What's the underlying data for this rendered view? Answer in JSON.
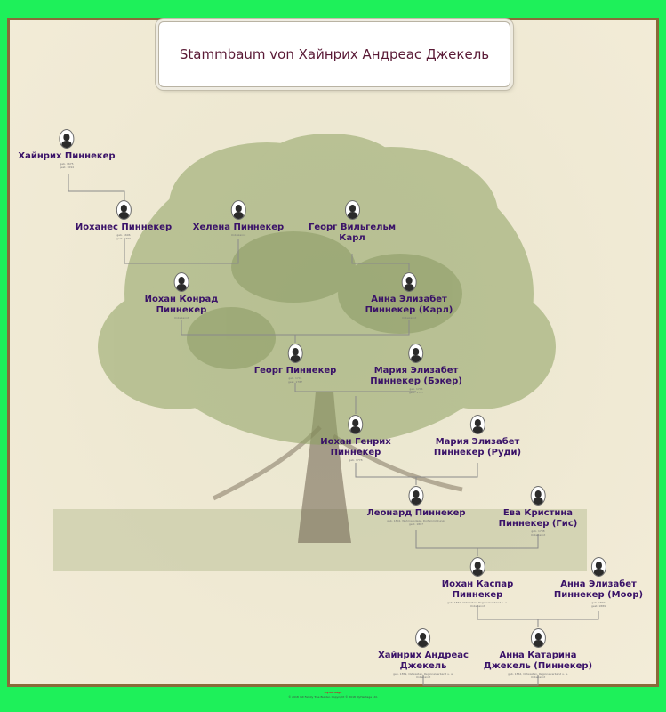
{
  "title": "Stammbaum von Хайнрих Андреас Джекель",
  "colors": {
    "border_green": "#1ef05a",
    "name_color": "#3a1268",
    "title_color": "#5a1a36",
    "line_color": "#8a8a8a"
  },
  "persons": [
    {
      "id": "p1",
      "name": [
        "Хайнрих Пиннекер"
      ],
      "dates": [
        "geb. 1675",
        "gest. 1694"
      ]
    },
    {
      "id": "p2",
      "name": [
        "Иоханес Пиннекер"
      ],
      "dates": [
        "geb. 1696",
        "gest. 1760"
      ]
    },
    {
      "id": "p3",
      "name": [
        "Хелена Пиннекер"
      ],
      "dates": [
        "Unbekannt"
      ]
    },
    {
      "id": "p4",
      "name": [
        "Георг Вильгельм",
        "Карл"
      ],
      "dates": []
    },
    {
      "id": "p5",
      "name": [
        "Иохан Конрад",
        "Пиннекер"
      ],
      "dates": [
        "Unbekannt"
      ]
    },
    {
      "id": "p6",
      "name": [
        "Анна Элизабет",
        "Пиннекер (Карл)"
      ],
      "dates": [
        "Unbekannt"
      ]
    },
    {
      "id": "p7",
      "name": [
        "Георг Пиннекер"
      ],
      "dates": [
        "geb. 1741",
        "gest. 1787"
      ]
    },
    {
      "id": "p8",
      "name": [
        "Мария Элизабет",
        "Пиннекер (Бэкер)"
      ],
      "dates": [
        "geb. 1744",
        "gest. 1797"
      ]
    },
    {
      "id": "p9",
      "name": [
        "Иохан Генрих",
        "Пиннекер"
      ],
      "dates": [
        "geb. 1778"
      ]
    },
    {
      "id": "p10",
      "name": [
        "Мария Элизабет",
        "Пиннекер (Руди)"
      ],
      "dates": []
    },
    {
      "id": "p11",
      "name": [
        "Леонард Пиннекер"
      ],
      "dates": [
        "geb. 1802, Wehrnarodeze, Dorfeinrichtungs",
        "gest. 1867"
      ]
    },
    {
      "id": "p12",
      "name": [
        "Ева Кристина",
        "Пиннекер (Гис)"
      ],
      "dates": [
        "geb. 1798",
        "Unbekannt"
      ]
    },
    {
      "id": "p13",
      "name": [
        "Иохан Каспар",
        "Пиннекер"
      ],
      "dates": [
        "geb. 1831, Ostwaiden, Regionalverband u. a.",
        "Unbekannt"
      ]
    },
    {
      "id": "p14",
      "name": [
        "Анна Элизабет",
        "Пиннекер (Моор)"
      ],
      "dates": [
        "geb. 1832",
        "gest. 1889"
      ]
    },
    {
      "id": "p15",
      "name": [
        "Хайнрих Андреас",
        "Джекель"
      ],
      "dates": [
        "geb. 1859, Ostwaiden, Regionalverband u. a.",
        "Unbekannt"
      ]
    },
    {
      "id": "p16",
      "name": [
        "Анна Катарина",
        "Джекель (Пиннекер)"
      ],
      "dates": [
        "geb. 1862, Ostwaiden, Regionalverband u. a.",
        "Unbekannt"
      ]
    }
  ],
  "footer": {
    "logo": "MyHeritage",
    "line1": "© 2018 mit Family Tree Builder. Copyright © 2018 MyHeritage Ltd."
  }
}
